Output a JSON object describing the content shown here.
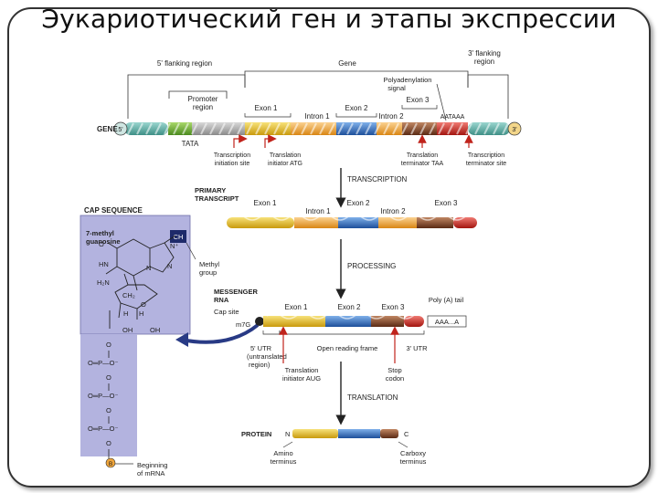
{
  "title": "Эукариотический ген и этапы экспрессии",
  "gene": {
    "flank5": "5' flanking region",
    "gene_label": "Gene",
    "flank3_l1": "3' flanking",
    "flank3_l2": "region",
    "promoter_l1": "Promoter",
    "promoter_l2": "region",
    "polyA_l1": "Polyadenylation",
    "polyA_l2": "signal",
    "exon1": "Exon 1",
    "intron1": "Intron 1",
    "exon2": "Exon 2",
    "intron2": "Intron 2",
    "exon3": "Exon 3",
    "aataaa": "AATAAA",
    "gene_tag": "GENE",
    "end5": "5'",
    "end3": "3'",
    "tata": "TATA",
    "tx_init_l1": "Transcription",
    "tx_init_l2": "initiation site",
    "tl_init_l1": "Translation",
    "tl_init_l2": "initiator ATG",
    "tl_term_l1": "Translation",
    "tl_term_l2": "terminator TAA",
    "tx_term_l1": "Transcription",
    "tx_term_l2": "terminator site"
  },
  "steps": {
    "transcription": "TRANSCRIPTION",
    "processing": "PROCESSING",
    "translation": "TRANSLATION"
  },
  "primary": {
    "label_l1": "PRIMARY",
    "label_l2": "TRANSCRIPT",
    "exon1": "Exon 1",
    "intron1": "Intron 1",
    "exon2": "Exon 2",
    "intron2": "Intron 2",
    "exon3": "Exon 3"
  },
  "cap": {
    "header": "CAP SEQUENCE",
    "methylg_l1": "7-methyl",
    "methylg_l2": "guanosine",
    "ch3": "CH",
    "methyl_l1": "Methyl",
    "methyl_l2": "group",
    "beginning_l1": "Beginning",
    "beginning_l2": "of mRNA",
    "b": "B"
  },
  "mrna": {
    "label_l1": "MESSENGER",
    "label_l2": "RNA",
    "cap_site": "Cap site",
    "m7g": "m7G",
    "exon1": "Exon 1",
    "exon2": "Exon 2",
    "exon3": "Exon 3",
    "polya_tail": "Poly (A) tail",
    "aaa": "AAA...A",
    "utr5_l1": "5' UTR",
    "utr5_l2": "(untranslated",
    "utr5_l3": "region)",
    "orf": "Open reading frame",
    "utr3": "3' UTR",
    "tl_init_l1": "Translation",
    "tl_init_l2": "initiator AUG",
    "stop_l1": "Stop",
    "stop_l2": "codon"
  },
  "protein": {
    "label": "PROTEIN",
    "n": "N",
    "c": "C",
    "amino_l1": "Amino",
    "amino_l2": "terminus",
    "carboxy_l1": "Carboxy",
    "carboxy_l2": "terminus"
  },
  "colors": {
    "exon1": "#e7c21d",
    "exon2": "#2f6fc0",
    "exon3": "#8b4a2a",
    "intron": "#f0a53a",
    "utr": "#d9d94a",
    "red": "#d5322a",
    "cap_panel": "#b3b3df"
  }
}
